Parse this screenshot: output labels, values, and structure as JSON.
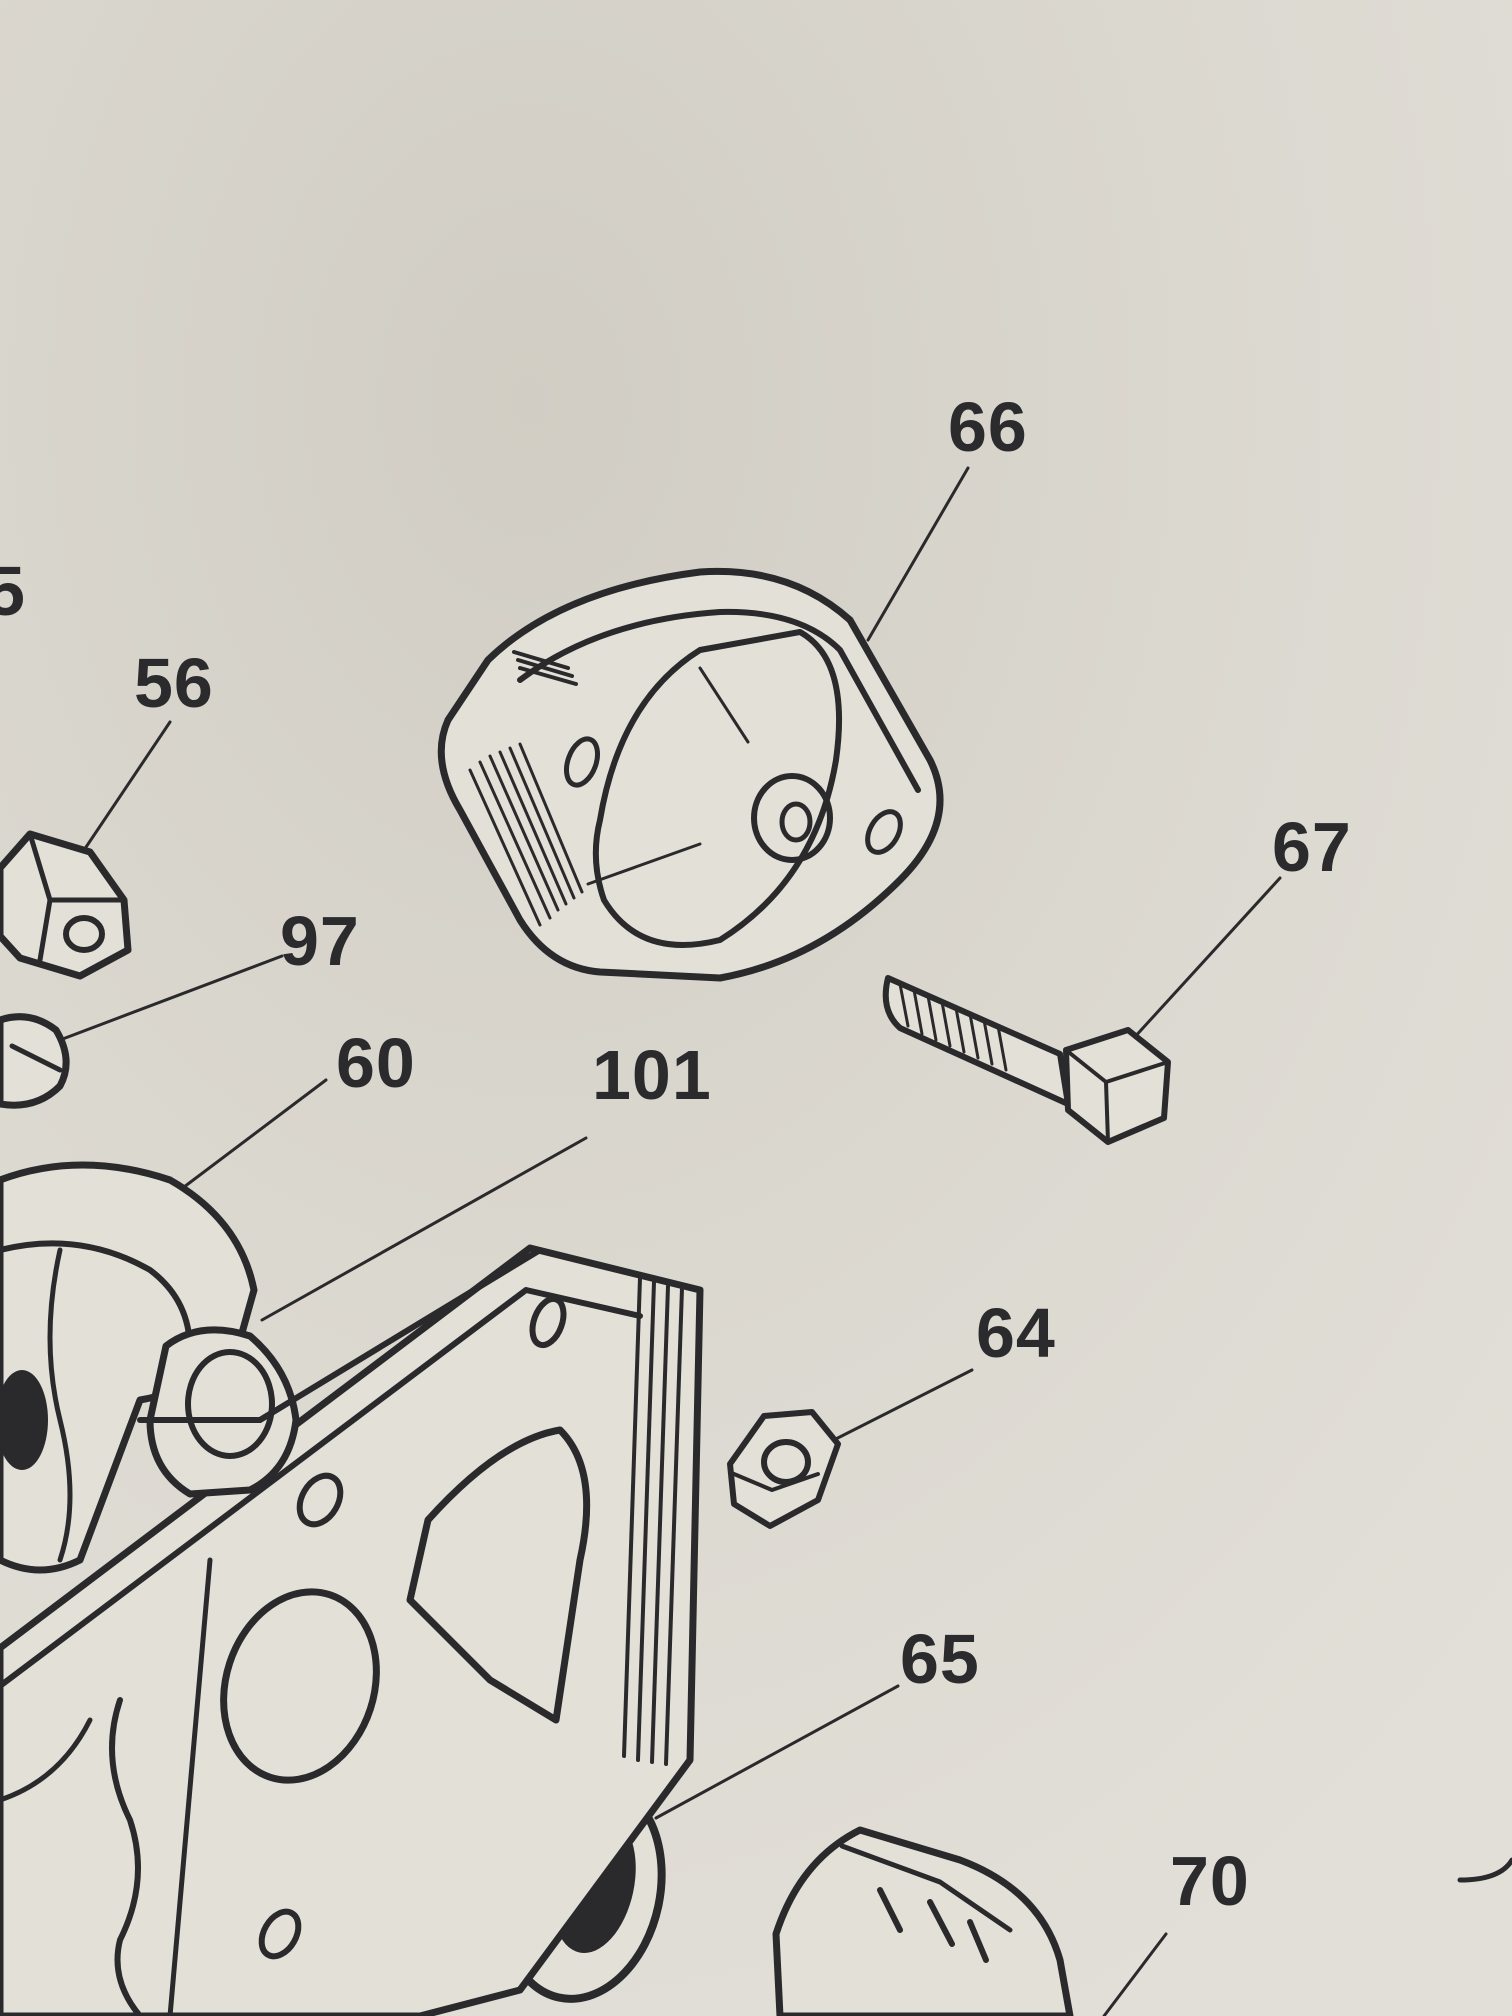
{
  "callouts": {
    "c55": "5",
    "c56": "56",
    "c97": "97",
    "c60": "60",
    "c101": "101",
    "c66": "66",
    "c67": "67",
    "c64": "64",
    "c65": "65",
    "c70": "70"
  },
  "colors": {
    "paper": "#dcd9d1",
    "ink": "#2a2a2c"
  }
}
